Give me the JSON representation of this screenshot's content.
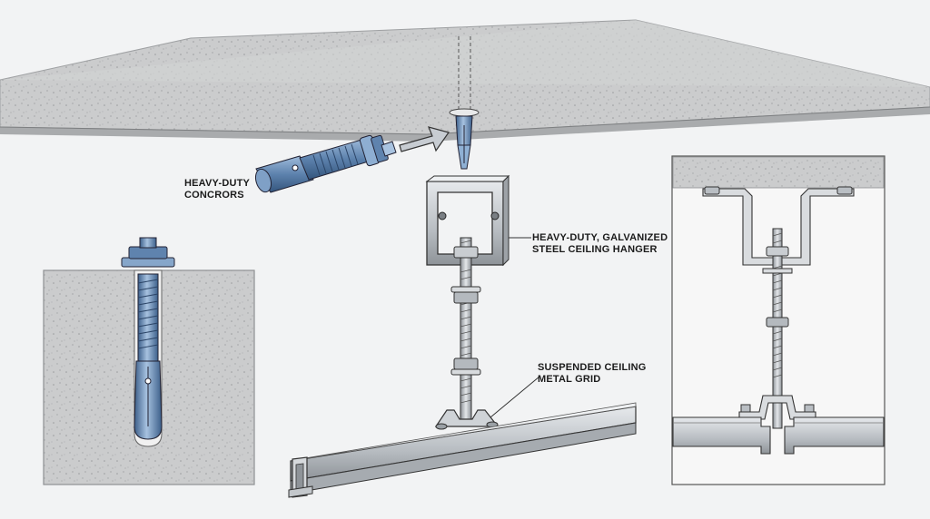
{
  "labels": {
    "anchors": [
      "HEAVY-DUTY",
      "CONCRORS"
    ],
    "hanger": [
      "HEAVY-DUTY, GALVANIZED",
      "STEEL CEILING HANGER"
    ],
    "grid": [
      "SUSPENDED CEILING",
      "METAL GRID"
    ]
  },
  "colors": {
    "concrete": "#c9cacb",
    "concrete_edge": "#9ea0a2",
    "steel": "#c4c8cc",
    "bolt_blue": "#6d8fb5",
    "line": "#2a2a2a",
    "background": "#f2f3f4"
  }
}
